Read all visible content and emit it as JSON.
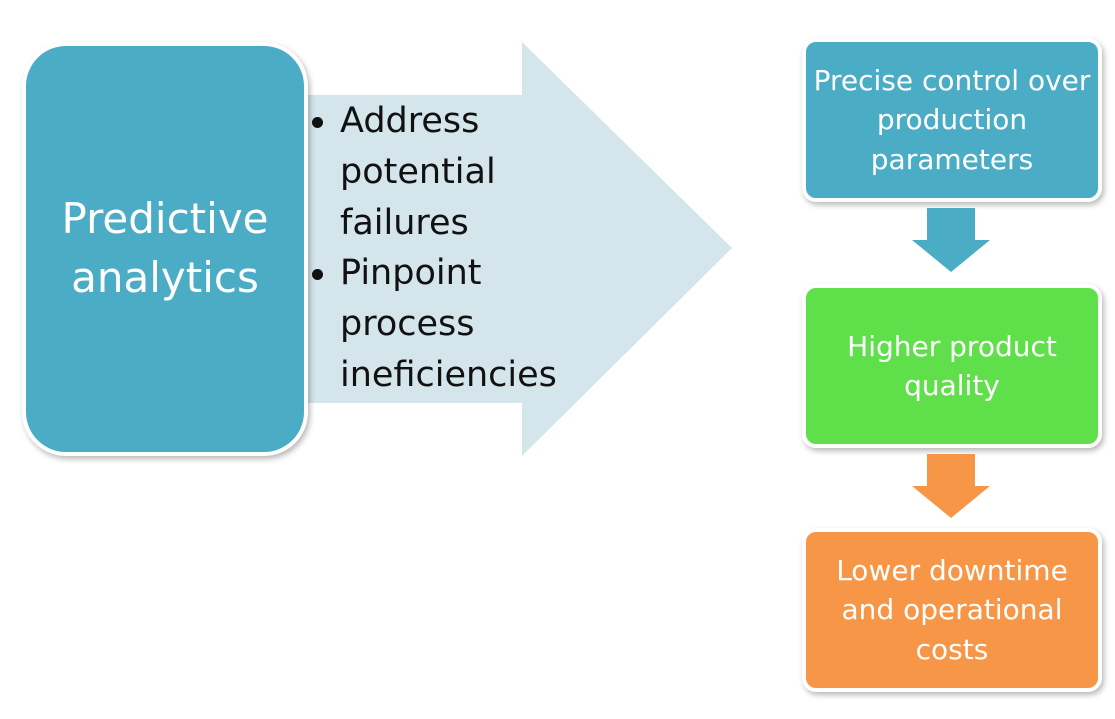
{
  "main_box": {
    "label": "Predictive analytics"
  },
  "bullets": [
    {
      "text": "Address potential failures"
    },
    {
      "text": "Pinpoint process ineficiencies"
    }
  ],
  "flow": [
    {
      "label": "Precise control over production parameters",
      "color": "#4BACC6"
    },
    {
      "label": "Higher product quality",
      "color": "#5FE04B"
    },
    {
      "label": "Lower downtime and operational costs",
      "color": "#F79646"
    }
  ],
  "colors": {
    "main_box": "#4BACC6",
    "big_arrow": "#D4E5EC",
    "arrow_1": "#4BACC6",
    "arrow_2": "#F79646",
    "text_light": "#FFFFFF",
    "text_dark": "#111111"
  }
}
